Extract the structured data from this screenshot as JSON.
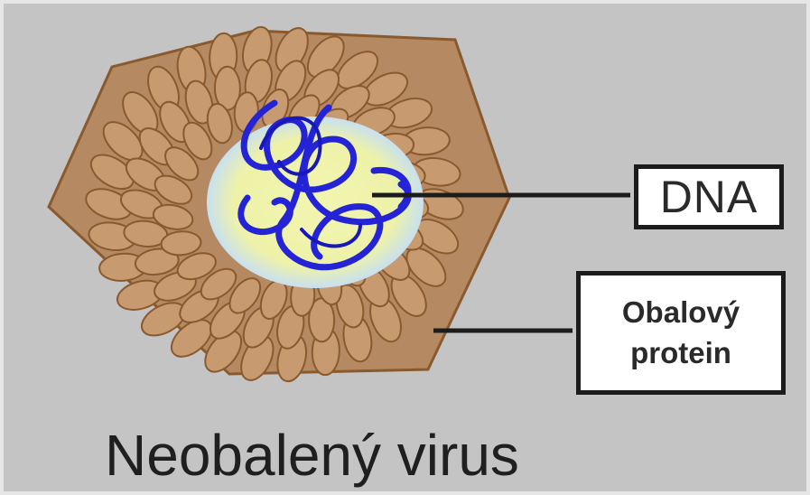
{
  "title": "Neobalený virus",
  "labels": {
    "dna": "DNA",
    "coat_line1": "Obalový",
    "coat_line2": "protein"
  },
  "colors": {
    "background": "#c4c4c4",
    "capsomere": "#c79a70",
    "capsomere_outline": "#8a5a2e",
    "core": "#eef2a8",
    "core_glow": "#c8e0f0",
    "dna": "#2424d6",
    "leader_line": "#1c1c1c"
  }
}
